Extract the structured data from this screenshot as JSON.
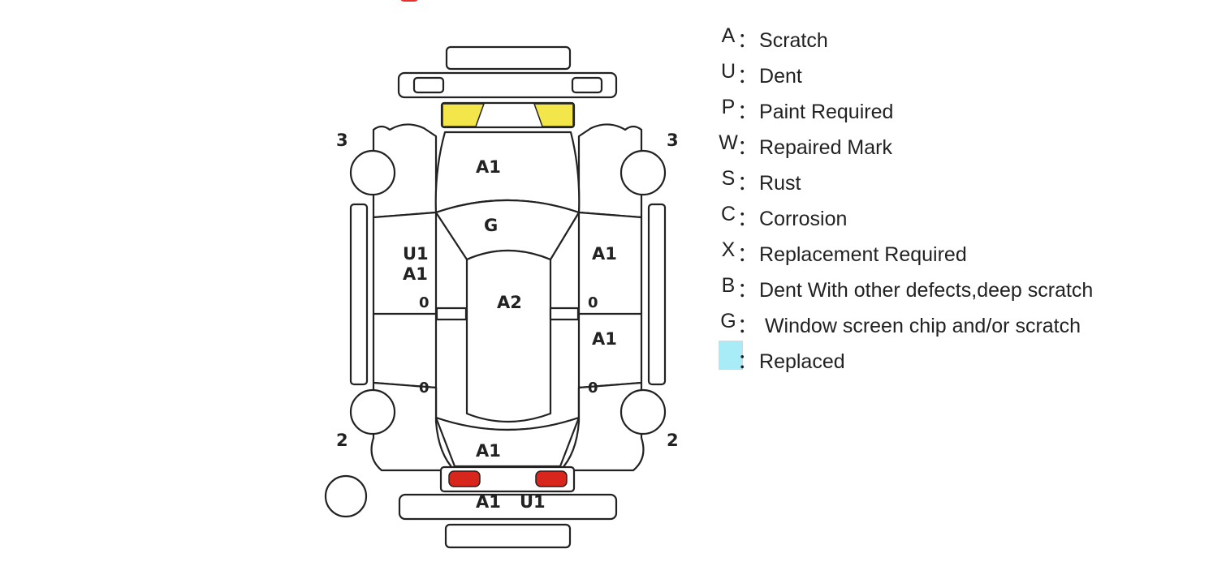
{
  "legend": {
    "items": [
      {
        "code": "A",
        "desc": "Scratch"
      },
      {
        "code": "U",
        "desc": "Dent"
      },
      {
        "code": "P",
        "desc": "Paint Required"
      },
      {
        "code": "W",
        "desc": "Repaired Mark"
      },
      {
        "code": "S",
        "desc": "Rust"
      },
      {
        "code": "C",
        "desc": "Corrosion"
      },
      {
        "code": "X",
        "desc": "Replacement Required"
      },
      {
        "code": "B",
        "desc": "Dent With other defects,deep scratch"
      },
      {
        "code": "G",
        "desc": " Window screen chip and/or scratch"
      }
    ],
    "replaced": {
      "desc": "Replaced",
      "color": "#a8ecf7"
    }
  },
  "diagram": {
    "marks": {
      "front_fender_left": "3",
      "front_fender_right": "3",
      "rear_fender_left": "2",
      "rear_fender_right": "2",
      "hood": "A1",
      "windshield": "G",
      "front_door_left_1": "U1",
      "front_door_left_2": "A1",
      "front_door_right": "A1",
      "roof": "A2",
      "rear_door_right": "A1",
      "trunk": "A1",
      "rear_bumper": "A1",
      "rear_bumper_2": "U1",
      "pillar_fl": "0",
      "pillar_fr": "0",
      "pillar_rl": "0",
      "pillar_rr": "0"
    },
    "colors": {
      "headlight": "#f2e64a",
      "taillight": "#d9261c",
      "accent": "#e8312a"
    }
  }
}
